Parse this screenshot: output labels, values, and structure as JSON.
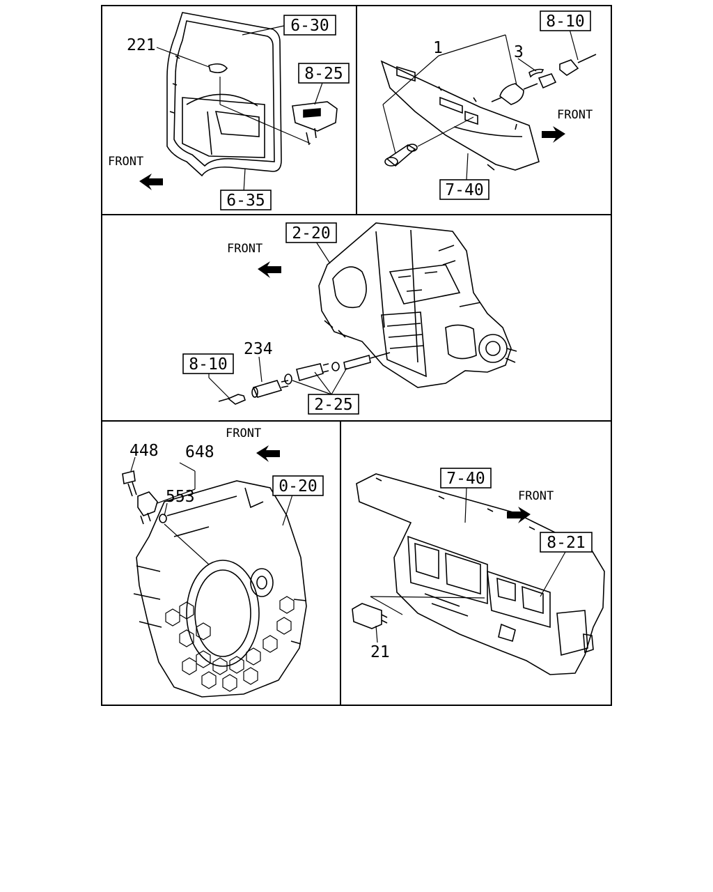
{
  "panels": [
    {
      "id": "upper-left",
      "front_label": "FRONT",
      "callouts": [
        {
          "key": "door",
          "text": "6-30",
          "boxed": true
        },
        {
          "key": "switch",
          "text": "8-25",
          "boxed": true
        },
        {
          "key": "frame",
          "text": "6-35",
          "boxed": true
        },
        {
          "key": "part",
          "text": "221",
          "boxed": false
        }
      ]
    },
    {
      "id": "upper-right",
      "front_label": "FRONT",
      "callouts": [
        {
          "key": "harness",
          "text": "8-10",
          "boxed": true
        },
        {
          "key": "panel",
          "text": "7-40",
          "boxed": true
        },
        {
          "key": "part1",
          "text": "1",
          "boxed": false
        },
        {
          "key": "part3",
          "text": "3",
          "boxed": false
        }
      ]
    },
    {
      "id": "middle",
      "front_label": "FRONT",
      "callouts": [
        {
          "key": "transmission",
          "text": "2-20",
          "boxed": true
        },
        {
          "key": "harness",
          "text": "8-10",
          "boxed": true
        },
        {
          "key": "speedo",
          "text": "2-25",
          "boxed": true
        },
        {
          "key": "part",
          "text": "234",
          "boxed": false
        }
      ]
    },
    {
      "id": "lower-left",
      "front_label": "FRONT",
      "callouts": [
        {
          "key": "housing",
          "text": "0-20",
          "boxed": true
        },
        {
          "key": "bolt",
          "text": "448",
          "boxed": false
        },
        {
          "key": "sensor",
          "text": "648",
          "boxed": false
        },
        {
          "key": "oring",
          "text": "553",
          "boxed": false
        }
      ]
    },
    {
      "id": "lower-right",
      "front_label": "FRONT",
      "callouts": [
        {
          "key": "dash",
          "text": "7-40",
          "boxed": true
        },
        {
          "key": "cluster",
          "text": "8-21",
          "boxed": true
        },
        {
          "key": "part",
          "text": "21",
          "boxed": false
        }
      ]
    }
  ]
}
